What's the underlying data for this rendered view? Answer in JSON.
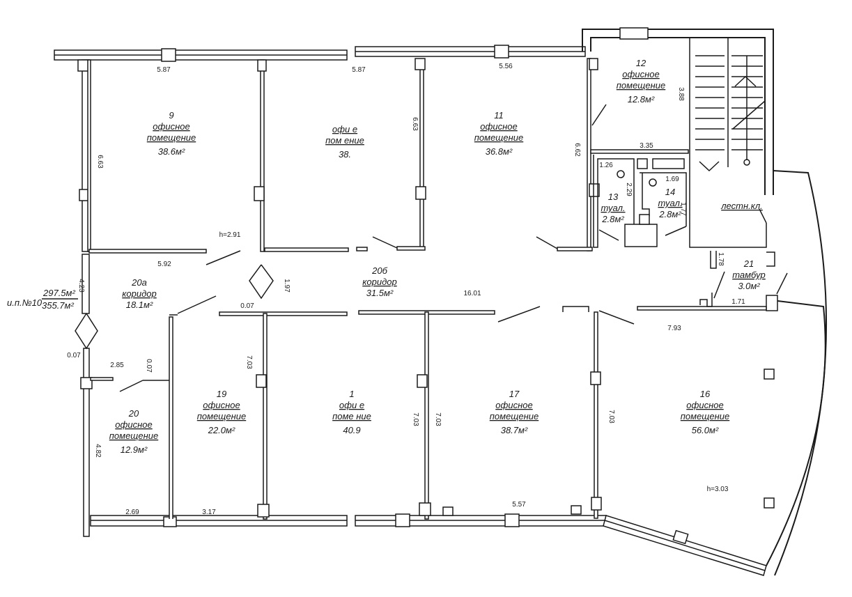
{
  "plan": {
    "summary": {
      "label": "и.п.№10",
      "area_main": "297.5м²",
      "area_total": "355.7м²"
    },
    "rooms": [
      {
        "number": "9",
        "name1": "офисное",
        "name2": "помещение",
        "area": "38.6м²"
      },
      {
        "number": "",
        "name1": "офи   е",
        "name2": "пом   ение",
        "area": "38."
      },
      {
        "number": "11",
        "name1": "офисное",
        "name2": "помещение",
        "area": "36.8м²"
      },
      {
        "number": "12",
        "name1": "офисное",
        "name2": "помещение",
        "area": "12.8м²"
      },
      {
        "number": "13",
        "name1": "туал.",
        "name2": "",
        "area": "2.8м²"
      },
      {
        "number": "14",
        "name1": "туал.",
        "name2": "",
        "area": "2.8м²"
      },
      {
        "number": "",
        "name1": "лестн.кл.",
        "name2": "",
        "area": ""
      },
      {
        "number": "21",
        "name1": "тамбур",
        "name2": "",
        "area": "3.0м²"
      },
      {
        "number": "20а",
        "name1": "коридор",
        "name2": "",
        "area": "18.1м²"
      },
      {
        "number": "20б",
        "name1": "коридор",
        "name2": "",
        "area": "31.5м²"
      },
      {
        "number": "20",
        "name1": "офисное",
        "name2": "помещение",
        "area": "12.9м²"
      },
      {
        "number": "19",
        "name1": "офисное",
        "name2": "помещение",
        "area": "22.0м²"
      },
      {
        "number": "1",
        "name1": "офи   е",
        "name2": "поме   ние",
        "area": "40.9"
      },
      {
        "number": "17",
        "name1": "офисное",
        "name2": "помещение",
        "area": "38.7м²"
      },
      {
        "number": "16",
        "name1": "офисное",
        "name2": "помещение",
        "area": "56.0м²"
      }
    ],
    "dimensions": [
      "5.87",
      "5.87",
      "5.56",
      "6.63",
      "6.63",
      "6.62",
      "3.88",
      "3.35",
      "1.26",
      "1.69",
      "2.29",
      "1.77",
      "h=2.91",
      "5.92",
      "4.23",
      "1.97",
      "0.07",
      "16.01",
      "1.78",
      "1.71",
      "7.93",
      "0.07",
      "2.85",
      "0.07",
      "7.03",
      "7.03",
      "7.03",
      "7.03",
      "4.82",
      "2.69",
      "3.17",
      "5.57",
      "h=3.03"
    ]
  }
}
